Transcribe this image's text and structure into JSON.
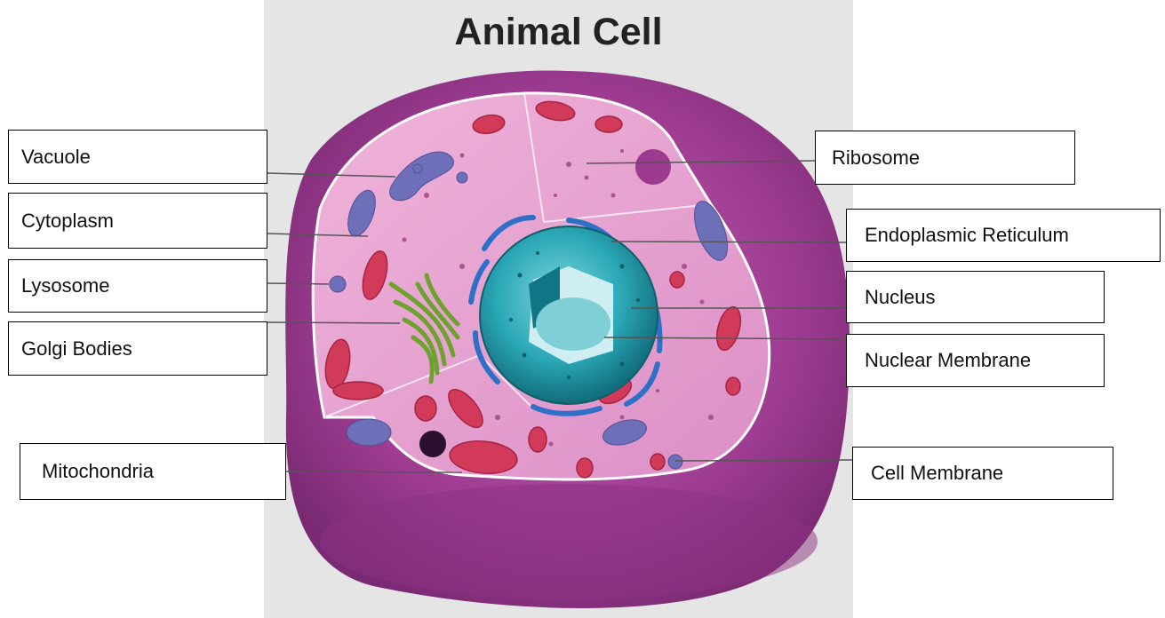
{
  "title": "Animal Cell",
  "labels": {
    "vacuole": "Vacuole",
    "cytoplasm": "Cytoplasm",
    "lysosome": "Lysosome",
    "golgi": "Golgi Bodies",
    "mitochondria": "Mitochondria",
    "ribosome": "Ribosome",
    "er": "Endoplasmic Reticulum",
    "nucleus": "Nucleus",
    "nuclear_membrane": "Nuclear Membrane",
    "cell_membrane": "Cell Membrane"
  },
  "colors": {
    "background_panel": "#e5e5e5",
    "outer_cell": "#9b3a8f",
    "cytoplasm": "#e7a2cf",
    "nucleus": "#2aa7b5",
    "nucleolus": "#7fd0d6",
    "mitochondria": "#d23a5a",
    "vacuole": "#6d6fb8",
    "golgi": "#6ea22f",
    "er": "#2e6fc8"
  }
}
